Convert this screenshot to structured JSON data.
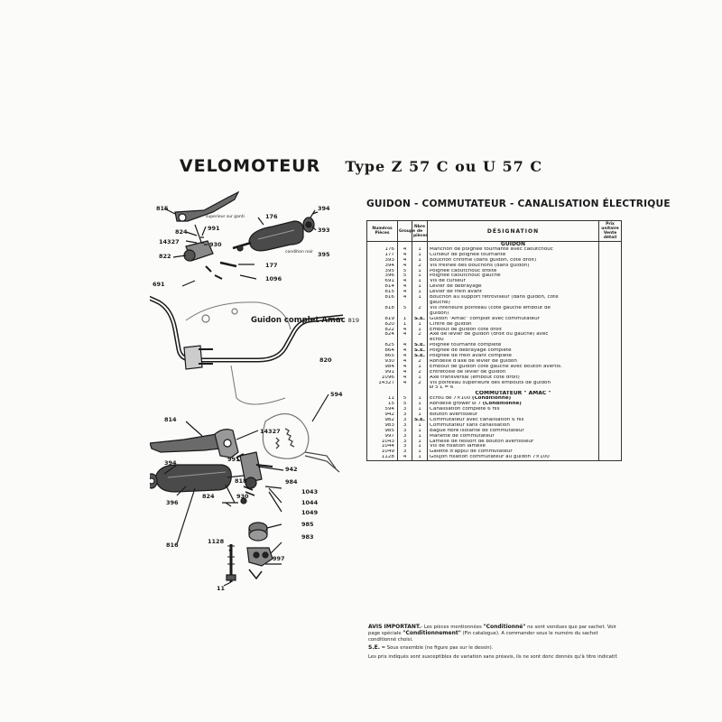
{
  "header": {
    "title": "VELOMOTEUR",
    "type_label": "Type Z 57 C ou U 57 C"
  },
  "diagram": {
    "assembly_label": "Guidon complet Amac",
    "assembly_number": "819",
    "callouts_top": [
      "815",
      "176",
      "394",
      "824",
      "991",
      "393",
      "14327",
      "930",
      "822",
      "395",
      "177",
      "691",
      "1096"
    ],
    "small_notes": [
      "superieur sur ganti",
      "condition noir"
    ],
    "callout_bar": "820",
    "callouts_bottom": [
      "594",
      "814",
      "14327",
      "991",
      "394",
      "942",
      "818",
      "984",
      "824",
      "930",
      "1043",
      "1044",
      "396",
      "816",
      "1049",
      "985",
      "983",
      "1128",
      "997",
      "11"
    ]
  },
  "table": {
    "title": "GUIDON - COMMUTATEUR - CANALISATION ÉLECTRIQUE",
    "headers": {
      "num": "Numéros Pièces",
      "groupe": "Groupe",
      "nbre": "Nbre de pièces",
      "designation": "DÉSIGNATION",
      "prix": "Prix unitaire Vente détail"
    },
    "sections": [
      {
        "title": "GUIDON",
        "rows": [
          [
            "176",
            "4",
            "1",
            "Manchon de poignée tournante avec caoutchouc"
          ],
          [
            "177",
            "4",
            "1",
            "Curseur de poignée tournante"
          ],
          [
            "393",
            "4",
            "1",
            "Bouchon chromé (dans guidon, côté droit)"
          ],
          [
            "394",
            "4",
            "2",
            "Vis freinée des bouchons (dans guidon)"
          ],
          [
            "395",
            "5",
            "1",
            "Poignée caoutchouc droite"
          ],
          [
            "396",
            "5",
            "1",
            "Poignée caoutchouc gauche"
          ],
          [
            "691",
            "4",
            "1",
            "Vis de curseur"
          ],
          [
            "814",
            "4",
            "1",
            "Levier de débrayage"
          ],
          [
            "815",
            "4",
            "1",
            "Levier de frein avant"
          ],
          [
            "816",
            "4",
            "1",
            "Bouchon au support rétroviseur (dans guidon, côté"
          ],
          [
            "",
            "",
            "",
            "gauche)"
          ],
          [
            "818",
            "5",
            "2",
            "Vis inférieure pointeau (côté gauche embout de"
          ],
          [
            "",
            "",
            "",
            "guidon)"
          ],
          [
            "819",
            "1",
            "S.E.",
            "Guidon \"Amac\" complet avec commutateur"
          ],
          [
            "820",
            "1",
            "1",
            "Cintre de guidon"
          ],
          [
            "822",
            "4",
            "1",
            "Embout de guidon côté droit"
          ],
          [
            "824",
            "4",
            "2",
            "Axe de levier de guidon (droit ou gauche) avec"
          ],
          [
            "",
            "",
            "",
            "écrou"
          ],
          [
            "825",
            "4",
            "S.E.",
            "Poignée tournante complète"
          ],
          [
            "864",
            "4",
            "S.E.",
            "Poignée de débrayage complète"
          ],
          [
            "865",
            "4",
            "S.E.",
            "Poignée de frein avant complète"
          ],
          [
            "930",
            "4",
            "2",
            "Rondelle d'axe de levier de guidon"
          ],
          [
            "984",
            "4",
            "1",
            "Embout de guidon côté gauche avec bouton avertis."
          ],
          [
            "991",
            "4",
            "2",
            "Entretoise de levier de guidon"
          ],
          [
            "1096",
            "4",
            "1",
            "Axe transversal (embout côté droit)"
          ],
          [
            "14327",
            "4",
            "2",
            "Vis pointeau supérieure des embouts de guidon"
          ],
          [
            "",
            "",
            "",
            "Ø 5 L = 6"
          ]
        ]
      },
      {
        "title": "COMMUTATEUR \" AMAC \"",
        "rows": [
          [
            "11",
            "5",
            "1",
            "Ecrou de 7×100",
            "(Conditionné)"
          ],
          [
            "15",
            "5",
            "1",
            "Rondelle grower Ø 7",
            "(Conditionné)"
          ],
          [
            "594",
            "3",
            "1",
            "Canalisation complète 6 fils"
          ],
          [
            "942",
            "3",
            "1",
            "Bouton avertisseur"
          ],
          [
            "982",
            "3",
            "S.E.",
            "Commutateur avec canalisation 6 fils"
          ],
          [
            "983",
            "3",
            "1",
            "Commutateur sans canalisation"
          ],
          [
            "985",
            "3",
            "1",
            "Bague fibre isolante de commutateur"
          ],
          [
            "997",
            "3",
            "1",
            "Manette de commutateur"
          ],
          [
            "1043",
            "3",
            "1",
            "Lamelle de ressort de bouton avertisseur"
          ],
          [
            "1044",
            "3",
            "1",
            "Vis de fixation lamelle"
          ],
          [
            "1049",
            "3",
            "1",
            "Galette d'appui de commutateur"
          ],
          [
            "1128",
            "4",
            "1",
            "Goujon fixation commutateur au guidon 7×100"
          ]
        ]
      }
    ]
  },
  "notes": {
    "avis_title": "AVIS IMPORTANT.",
    "avis_text_1": "- Les pièces mentionnées ",
    "avis_bold_1": "\"Conditionné\"",
    "avis_text_2": " ne sont vendues que par sachet. Voir page spéciale ",
    "avis_bold_2": "\"Conditionnement\"",
    "avis_text_3": " (Fin catalogue). A commander sous le numéro du sachet conditionné choisi.",
    "se_title": "S.E.",
    "se_text": " = Sous ensemble (ne figure pas sur le dessin).",
    "prix_text": "Les prix indiqués sont susceptibles de variation sans préavis, ils ne sont donc donnés qu'à titre indicatif."
  }
}
